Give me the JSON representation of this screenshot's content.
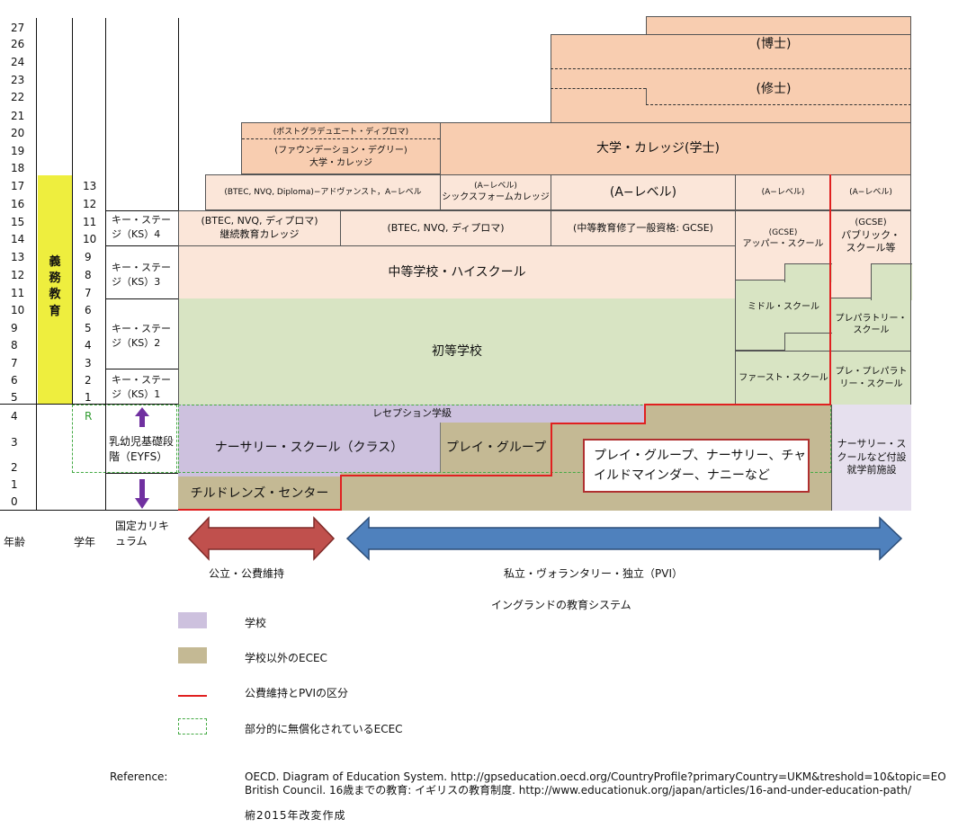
{
  "ages": [
    "27",
    "26",
    "24",
    "23",
    "22",
    "21",
    "20",
    "19",
    "18",
    "17",
    "16",
    "15",
    "14",
    "13",
    "12",
    "11",
    "10",
    "9",
    "8",
    "7",
    "6",
    "5",
    "4",
    "3",
    "2",
    "1",
    "0"
  ],
  "years": [
    "13",
    "12",
    "11",
    "10",
    "9",
    "8",
    "7",
    "6",
    "5",
    "4",
    "3",
    "2",
    "1"
  ],
  "year_r": "R",
  "compulsory": [
    "義",
    "務",
    "教",
    "育"
  ],
  "key_stages": {
    "ks4": "キー・ステージ（KS）4",
    "ks3": "キー・ステージ（KS）3",
    "ks2": "キー・ステージ（KS）2",
    "ks1": "キー・ステージ（KS）1",
    "eyfs": "乳幼児基礎段階（EYFS）"
  },
  "boxes": {
    "phd": "(博士)",
    "masters": "(修士)",
    "postgrad": "(ポストグラデュエート・ディプロマ)",
    "foundation": "(ファウンデーション・デグリー)",
    "foundation_sub": "大学・カレッジ",
    "university": "大学・カレッジ(学士)",
    "btec_adv": "(BTEC, NVQ, Diploma)−アドヴァンスト，A−レベル",
    "alevel_sf_a": "(A−レベル)",
    "alevel_sf_b": "シックスフォームカレッジ",
    "alevel_main": "(A−レベル)",
    "alevel_right": "(A−レベル)",
    "alevel_indep": "(A−レベル)",
    "btec_cont_a": "(BTEC, NVQ, ディプロマ)",
    "btec_cont_b": "継続教育カレッジ",
    "btec_mid": "(BTEC, NVQ, ディプロマ)",
    "gcse": "(中等教育修了一般資格: GCSE)",
    "upper_a": "(GCSE)",
    "upper_b": "アッパー・スクール",
    "public_a": "(GCSE)",
    "public_b": "パブリック・スクール等",
    "secondary": "中等学校・ハイスクール",
    "middle": "ミドル・スクール",
    "prep": "プレパラトリー・スクール",
    "primary": "初等学校",
    "first": "ファースト・スクール",
    "preprep": "プレ・プレパラトリー・スクール",
    "reception": "レセプション学級",
    "nursery_class": "ナーサリー・スクール（クラス）",
    "playgroup": "プレイ・グループ",
    "pvi_box": "プレイ・グループ、ナーサリー、チャイルドマインダー、ナニーなど",
    "nursery_indep": "ナーサリー・スクールなど付設就学前施設",
    "childrens_centre": "チルドレンズ・センター"
  },
  "axis": {
    "age": "年齢",
    "year": "学年",
    "curriculum": "国定カリキュラム"
  },
  "arrows": {
    "public": "公立・公費維持",
    "pvi": "私立・ヴォランタリー・独立（PVI）",
    "public_color": "#c0504d",
    "pvi_color": "#4f81bd"
  },
  "title": "イングランドの教育システム",
  "legend": [
    {
      "label": "学校",
      "swatch": "#cdc1de"
    },
    {
      "label": "学校以外のECEC",
      "swatch": "#c4b994"
    },
    {
      "label": "公費維持とPVIの区分",
      "swatch": "#e02020"
    },
    {
      "label": "部分的に無償化されているECEC",
      "swatch": "#44aa44"
    }
  ],
  "reference": {
    "label": "Reference:",
    "line1": "OECD. Diagram of Education System. http://gpseducation.oecd.org/CountryProfile?primaryCountry=UKM&treshold=10&topic=EO",
    "line2": "British Council. 16歳までの教育: イギリスの教育制度. http://www.educationuk.org/japan/articles/16-and-under-education-path/"
  },
  "credit": "椨2015年改変作成"
}
